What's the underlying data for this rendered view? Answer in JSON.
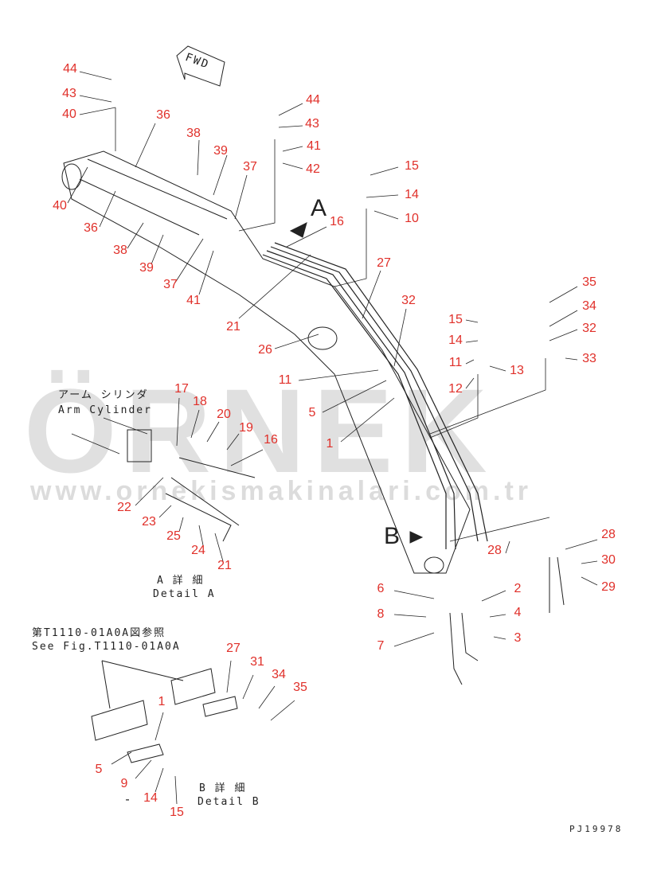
{
  "watermark": {
    "brand": "ÖRNEK",
    "url": "www.ornekismakinalari.com.tr"
  },
  "direction_marker": "FWD",
  "view_letters": {
    "a": "A",
    "b": "B"
  },
  "callouts": [
    "44",
    "43",
    "40",
    "36",
    "38",
    "39",
    "37",
    "40",
    "36",
    "38",
    "39",
    "37",
    "41",
    "21",
    "26",
    "44",
    "43",
    "41",
    "42",
    "16",
    "15",
    "14",
    "10",
    "27",
    "32",
    "11",
    "5",
    "1",
    "35",
    "34",
    "32",
    "33",
    "15",
    "14",
    "11",
    "13",
    "12",
    "17",
    "18",
    "20",
    "19",
    "16",
    "22",
    "23",
    "25",
    "24",
    "21",
    "28",
    "28",
    "30",
    "29",
    "6",
    "2",
    "8",
    "4",
    "7",
    "3",
    "27",
    "31",
    "34",
    "35",
    "1",
    "5",
    "9",
    "14",
    "15",
    "-"
  ],
  "detail_a": {
    "title_jp": "A 詳 細",
    "title_en": "Detail A",
    "arm_cylinder_jp": "アーム シリンダ",
    "arm_cylinder_en": "Arm Cylinder"
  },
  "detail_b": {
    "title_jp": "B 詳 細",
    "title_en": "Detail B",
    "ref_jp": "第T1110-01A0A図参照",
    "ref_en": "See Fig.T1110-01A0A"
  },
  "drawing_number": "PJ19978"
}
